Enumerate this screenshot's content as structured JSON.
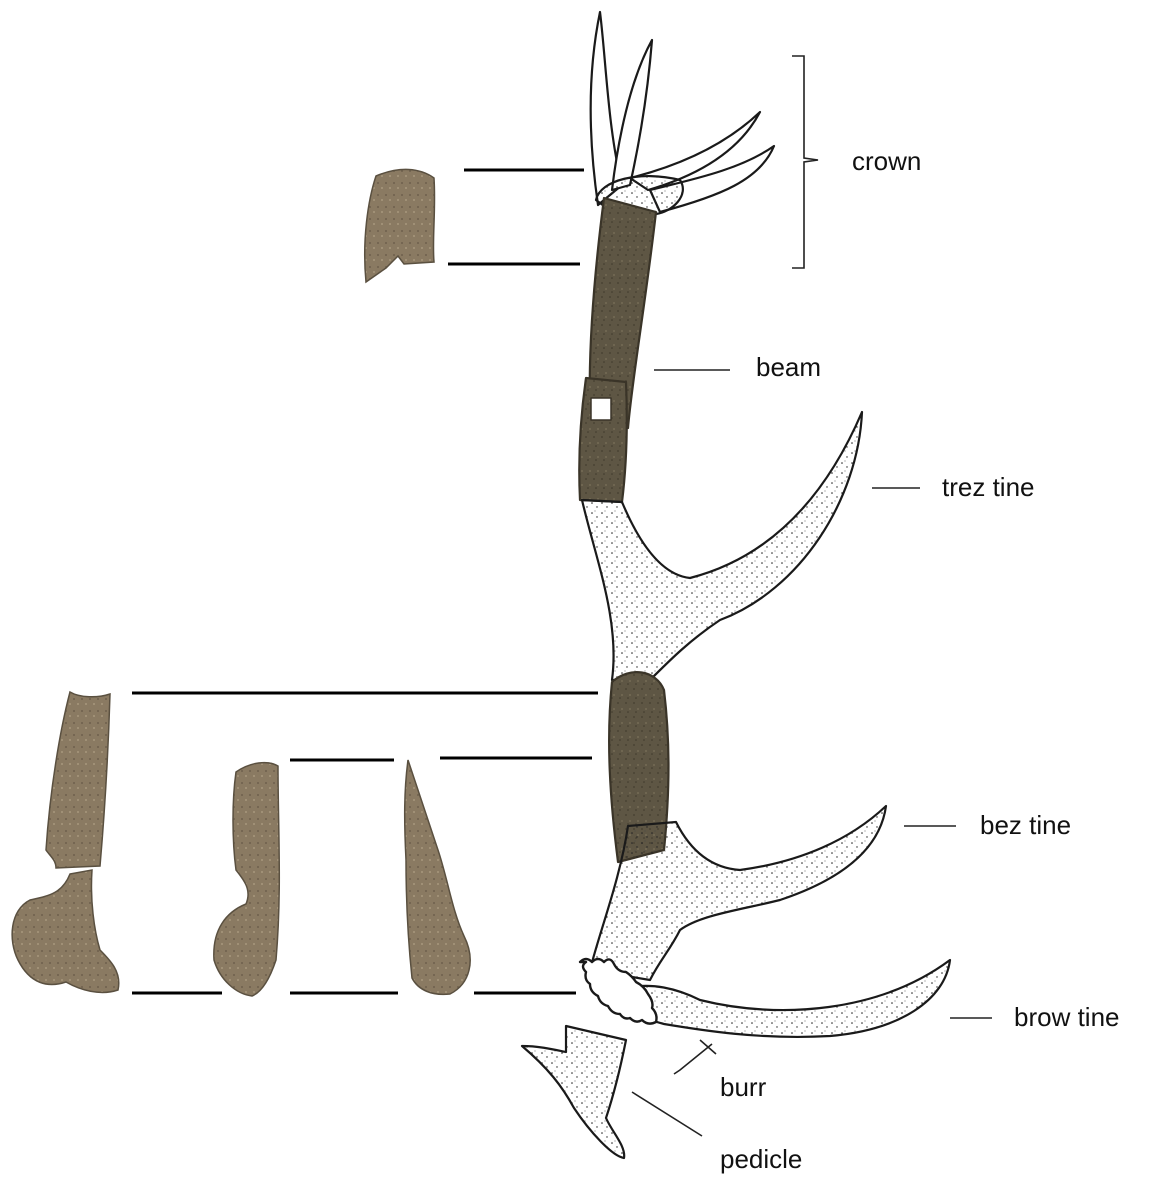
{
  "figure": {
    "labels": {
      "crown": "crown",
      "beam": "beam",
      "trez_tine": "trez tine",
      "bez_tine": "bez tine",
      "brow_tine": "brow tine",
      "burr": "burr",
      "pedicle": "pedicle"
    }
  },
  "colors": {
    "fragment_fill": "#5e5644",
    "fragment_dark": "#3f3a2c",
    "antler_outline": "#1a1a1a",
    "antler_fill": "#ffffff",
    "guide_line": "#000000"
  }
}
